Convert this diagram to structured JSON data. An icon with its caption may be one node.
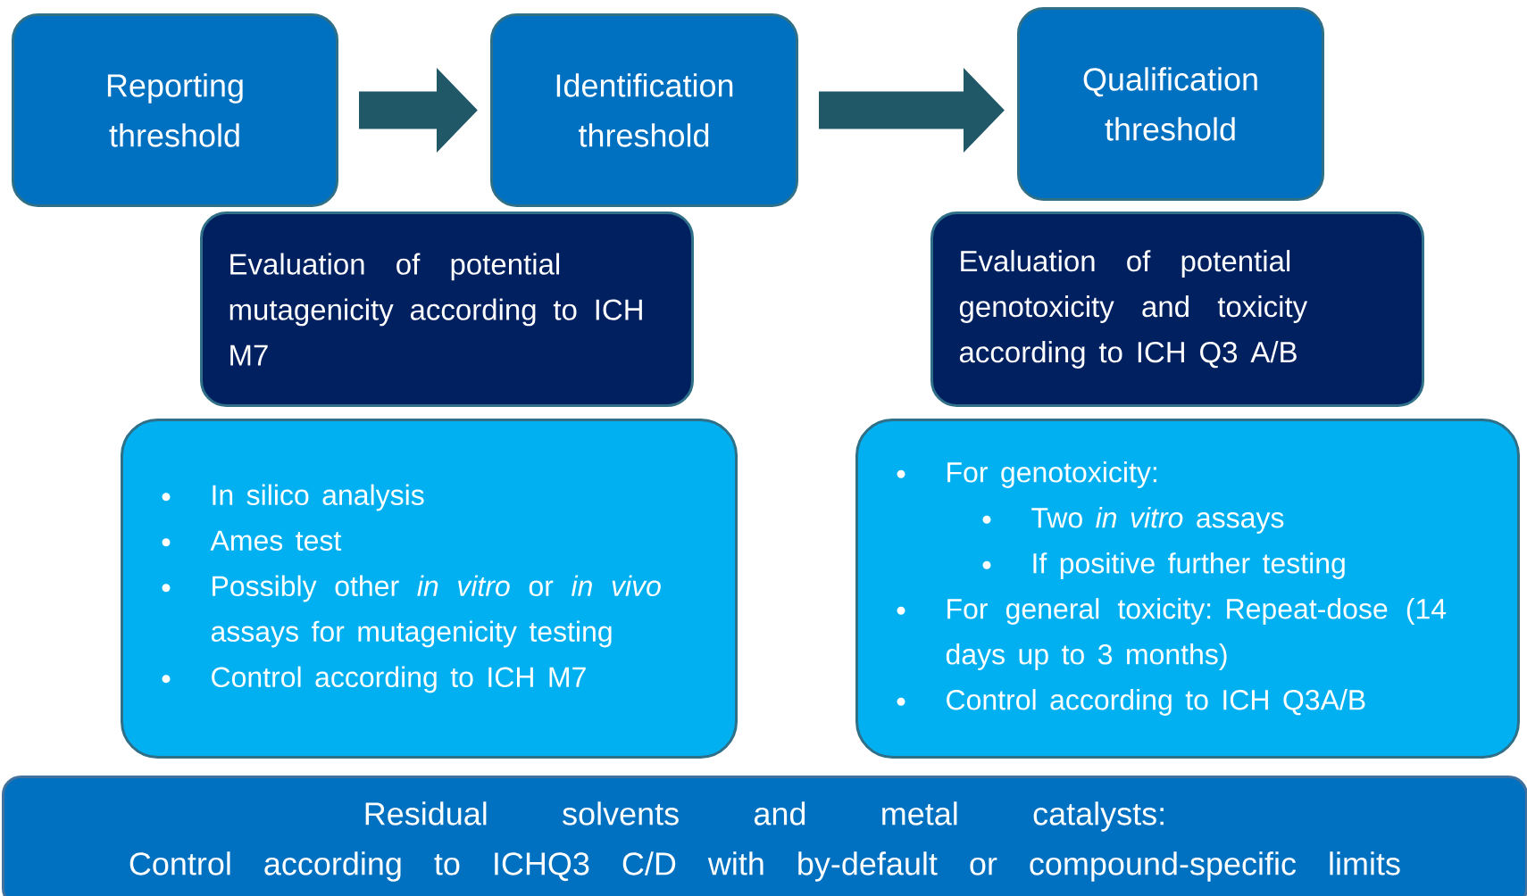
{
  "diagram": {
    "nodes": [
      {
        "text": [
          "Reporting threshold"
        ]
      },
      {
        "text": [
          "Identification threshold"
        ]
      },
      {
        "text": [
          "Qualification threshold"
        ]
      },
      {
        "text": [
          "Evaluation of potential mutagenicity according to ICH M7"
        ]
      },
      {
        "text": [
          "Evaluation of potential genotoxicity and toxicity according to ICH Q3 A/B"
        ]
      },
      {
        "text": [
          "In silico analysis",
          "Ames test",
          "Possibly other *in vitro* or *in vivo* assays for mutagenicity testing",
          "Control according to ICH M7"
        ]
      },
      {
        "text": [
          "For genotoxicity:",
          "Two *in vitro* assays",
          "If positive further testing",
          "For general toxicity: Repeat-dose (14 days up to 3 months)",
          "Control according to ICH Q3A/B"
        ]
      },
      {
        "text": [
          "Residual solvents and metal catalysts:",
          "Control according to ICHQ3 C/D with by-default or compound-specific limits"
        ]
      }
    ],
    "edges": [
      {
        "from": 0,
        "to": 1,
        "arrow": "to"
      },
      {
        "from": 1,
        "to": 2,
        "arrow": "to"
      }
    ]
  }
}
